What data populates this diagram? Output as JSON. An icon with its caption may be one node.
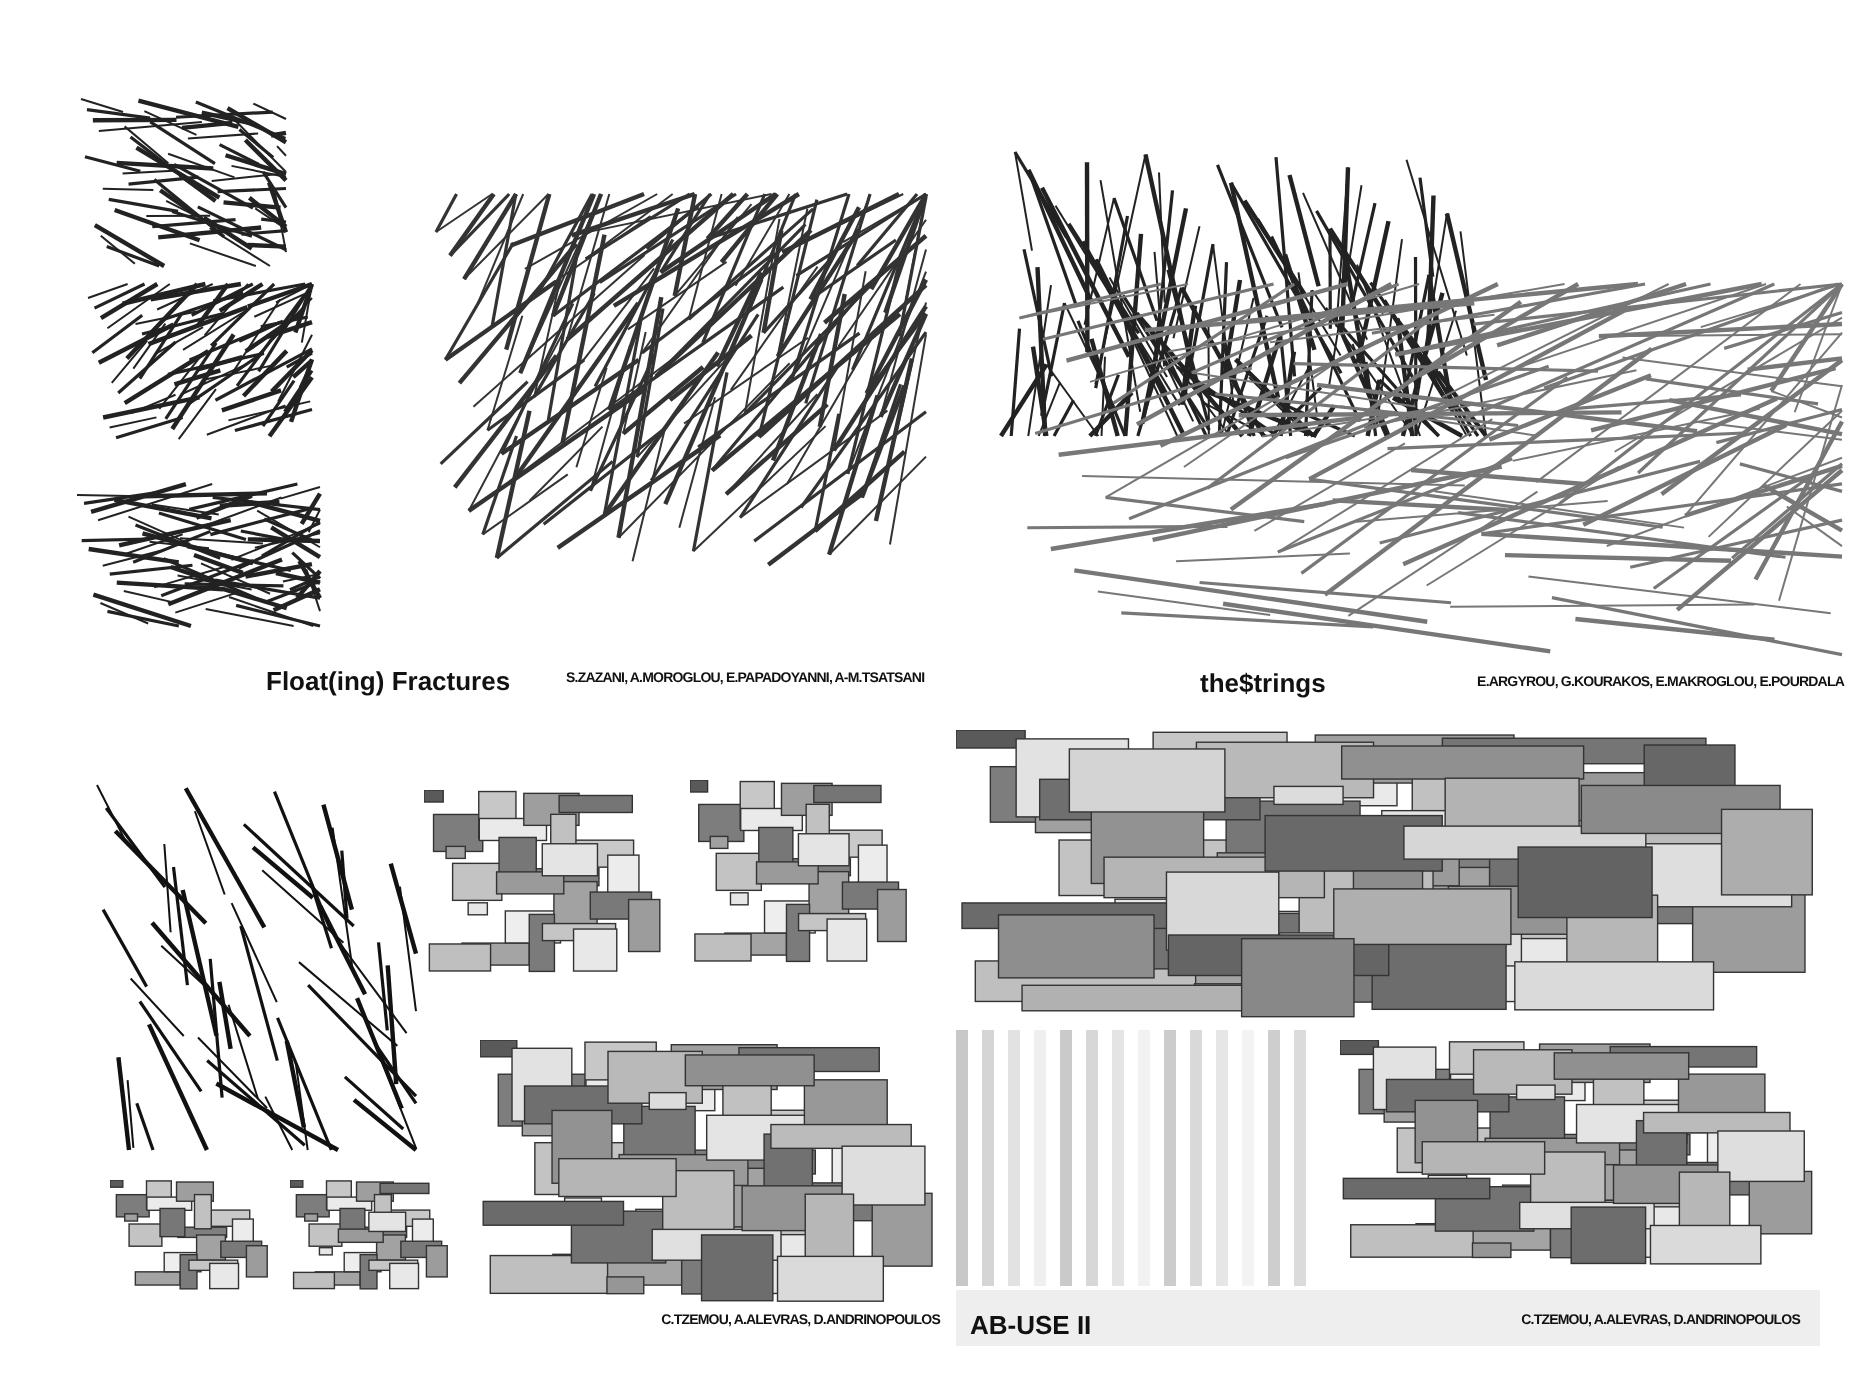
{
  "diagram": {
    "labels": [
      "Float(ing) Fractures",
      "S.ZAZANI, A.MOROGLOU, E.PAPADOYANNI, A-M.TSATSANI",
      "the$trings",
      "E.ARGYROU, G.KOURAKOS, E.MAKROGLOU, E.POURDALA",
      "C.TZEMOU, A.ALEVRAS, D.ANDRINOPOULOS",
      "AB-USE II",
      "C.TZEMOU, A.ALEVRAS, D.ANDRINOPOULOS"
    ]
  }
}
